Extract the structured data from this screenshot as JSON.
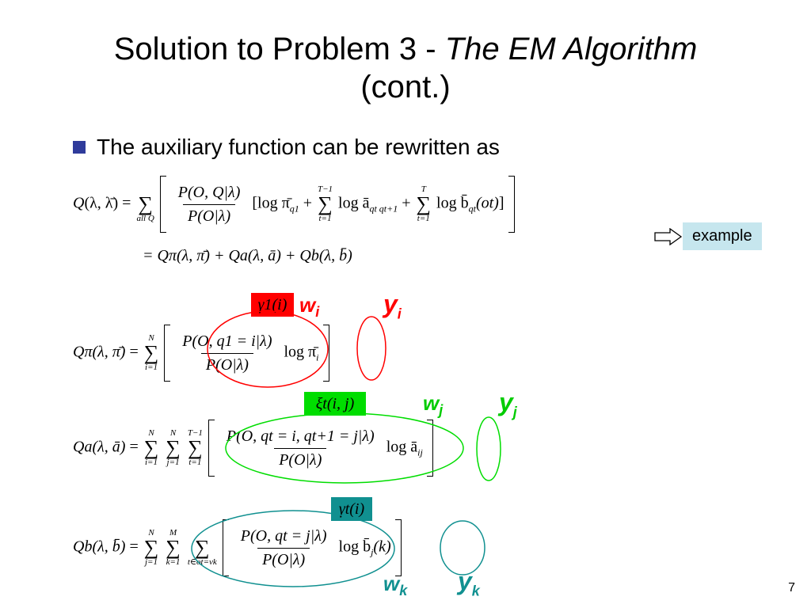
{
  "title": {
    "main": "Solution to Problem 3 - ",
    "emph": "The EM Algorithm",
    "cont": "(cont.)"
  },
  "bullet": {
    "text": "The auxiliary function can be rewritten as"
  },
  "eq1": {
    "lhs": "Q",
    "lhs_args": "(λ, λ̄)",
    "eq": "=",
    "sum_lower": "all Q",
    "num": "P(O, Q|λ)",
    "den": "P(O|λ)",
    "bracket_open": "[",
    "log1": "log π̄",
    "log1_sub": "q1",
    "plus1": "+",
    "sum2_upper": "T−1",
    "sum2_lower": "t=1",
    "log2": "log ā",
    "log2_sub": "qt qt+1",
    "plus2": "+",
    "sum3_upper": "T",
    "sum3_lower": "t=1",
    "log3": "log b̄",
    "log3_sub": "qt",
    "log3_arg": "(ot)",
    "bracket_close": "]"
  },
  "eq2": {
    "text": "= Qπ(λ, π̄) + Qa(λ, ā) + Qb(λ, b̄)"
  },
  "example": {
    "label": "example"
  },
  "eqPi": {
    "lhs": "Qπ(λ, π̄)",
    "eq": "=",
    "sum_upper": "N",
    "sum_lower": "i=1",
    "num": "P(O, q1 = i|λ)",
    "den": "P(O|λ)",
    "log": "log π̄",
    "log_sub": "i",
    "box": "γ1(i)",
    "w": "w",
    "w_sub": "i",
    "y": "y",
    "y_sub": "i"
  },
  "eqA": {
    "lhs": "Qa(λ, ā)",
    "eq": "=",
    "sum1_upper": "N",
    "sum1_lower": "i=1",
    "sum2_upper": "N",
    "sum2_lower": "j=1",
    "sum3_upper": "T−1",
    "sum3_lower": "t=1",
    "num": "P(O, qt = i, qt+1 = j|λ)",
    "den": "P(O|λ)",
    "log": "log ā",
    "log_sub": "ij",
    "box": "ξt(i, j)",
    "w": "w",
    "w_sub": "j",
    "y": "y",
    "y_sub": "j"
  },
  "eqB": {
    "lhs": "Qb(λ, b̄)",
    "eq": "=",
    "sum1_upper": "N",
    "sum1_lower": "j=1",
    "sum2_upper": "M",
    "sum2_lower": "k=1",
    "sum3_lower": "t∈ot=vk",
    "num": "P(O, qt = j|λ)",
    "den": "P(O|λ)",
    "log": "log b̄",
    "log_sub": "j",
    "log_arg": "(k)",
    "box": "γt(i)",
    "w": "w",
    "w_sub": "k",
    "y": "y",
    "y_sub": "k"
  },
  "page_number": "7",
  "colors": {
    "red": "#ff0000",
    "green": "#00dd00",
    "teal": "#109090",
    "blue": "#2f3b9b",
    "example_bg": "#c6e6ee"
  }
}
